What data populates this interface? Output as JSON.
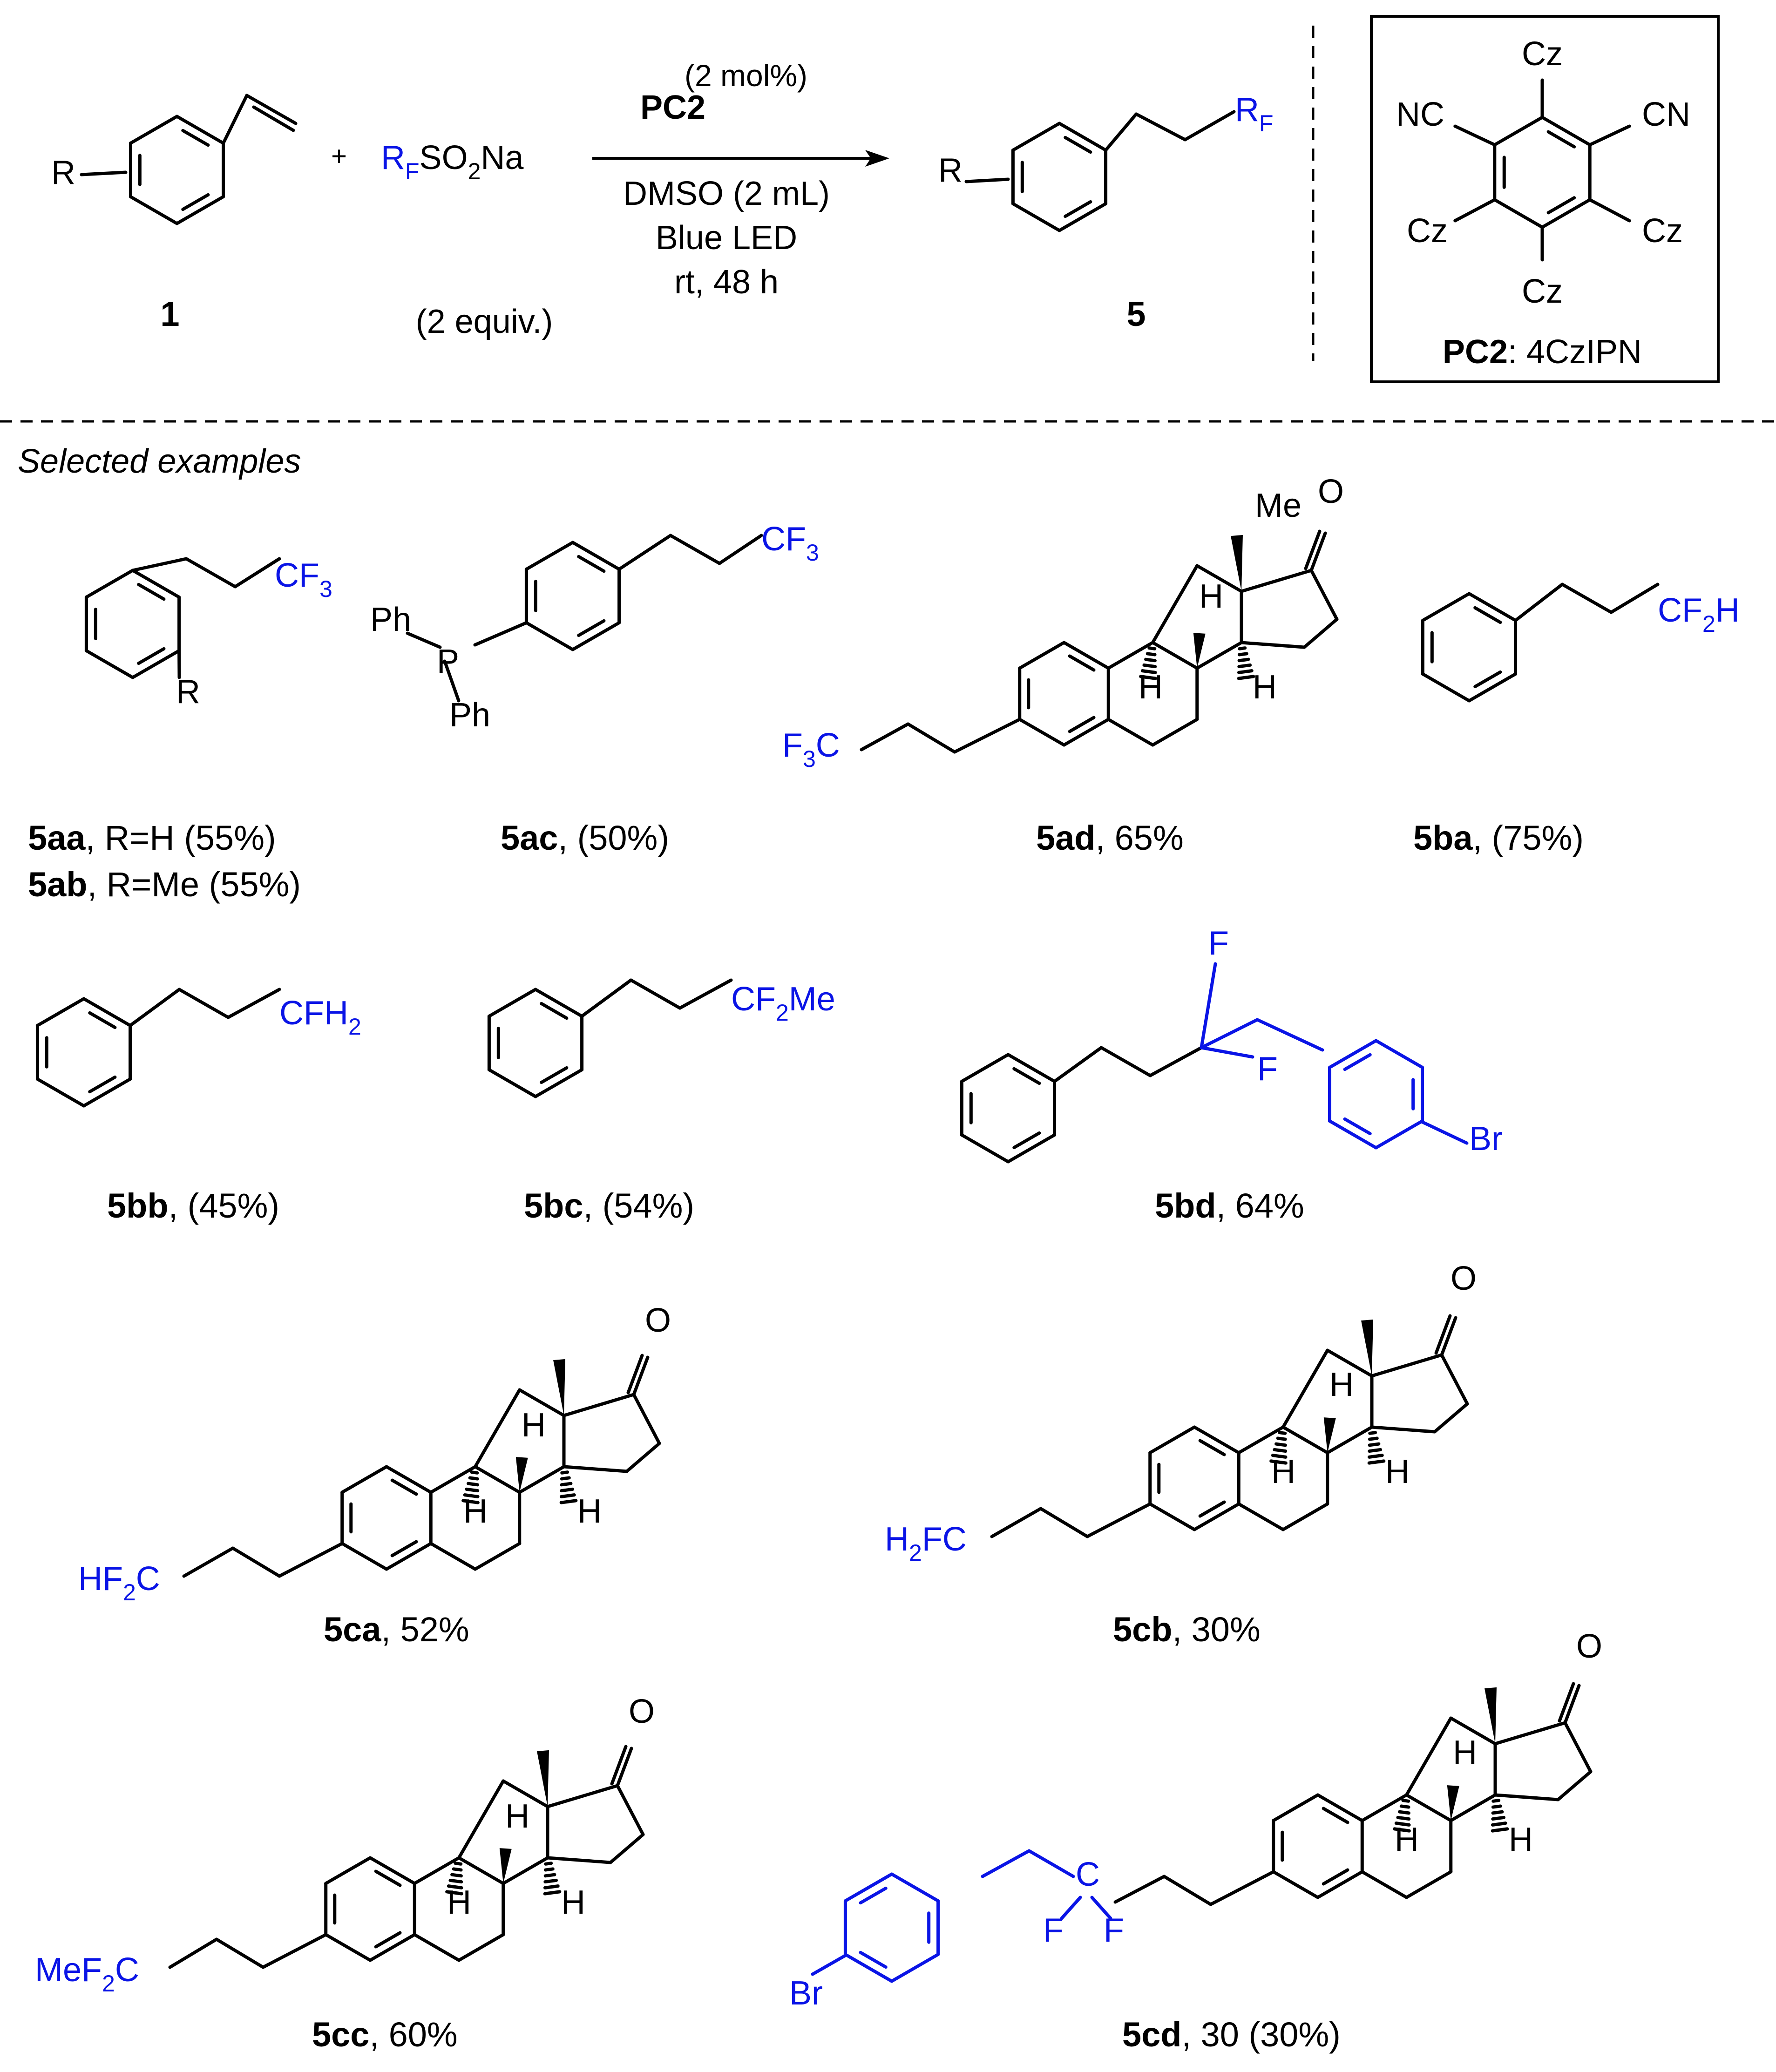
{
  "colors": {
    "black": "#000000",
    "blue": "#0a14e6"
  },
  "reaction": {
    "substrate_R": "R",
    "substrate_id": "1",
    "plus": "+",
    "reagent_RF_R": "R",
    "reagent_RF_F": "F",
    "reagent_rest": "SO",
    "reagent_sub2": "2",
    "reagent_Na": "Na",
    "reagent_equiv": "(2 equiv.)",
    "catalyst": "PC2",
    "catalyst_loading": "(2 mol%)",
    "solvent": "DMSO (2 mL)",
    "light": "Blue LED",
    "conditions": "rt, 48 h",
    "product_R": "R",
    "product_RF_R": "R",
    "product_RF_F": "F",
    "product_id": "5"
  },
  "catalyst_box": {
    "cz": "Cz",
    "nc": "NC",
    "cn": "CN",
    "label_bold": "PC2",
    "label_rest": ": 4CzIPN"
  },
  "section_title": "Selected examples",
  "examples": [
    {
      "id": "5aa",
      "text": ", R=H (55%)"
    },
    {
      "id": "5ab",
      "text": ", R=Me (55%)"
    },
    {
      "id": "5ac",
      "text": ", (50%)"
    },
    {
      "id": "5ad",
      "text": ", 65%"
    },
    {
      "id": "5ba",
      "text": ", (75%)"
    },
    {
      "id": "5bb",
      "text": ", (45%)"
    },
    {
      "id": "5bc",
      "text": ", (54%)"
    },
    {
      "id": "5bd",
      "text": ", 64%"
    },
    {
      "id": "5ca",
      "text": ", 52%"
    },
    {
      "id": "5cb",
      "text": ", 30%"
    },
    {
      "id": "5cc",
      "text": ", 60%"
    },
    {
      "id": "5cd",
      "text": ", 30 (30%)"
    }
  ],
  "atoms": {
    "R": "R",
    "Ph": "Ph",
    "P": "P",
    "H": "H",
    "O": "O",
    "Me": "Me",
    "F": "F",
    "Br": "Br",
    "C": "C",
    "CF": "CF",
    "HF": "HF",
    "MeF": "MeF",
    "FC": "FC",
    "H2": "H",
    "sub2": "2",
    "sub3": "3",
    "CF2H_H": "H",
    "CFH2_H": "H",
    "CF2Me_Me": "Me"
  }
}
